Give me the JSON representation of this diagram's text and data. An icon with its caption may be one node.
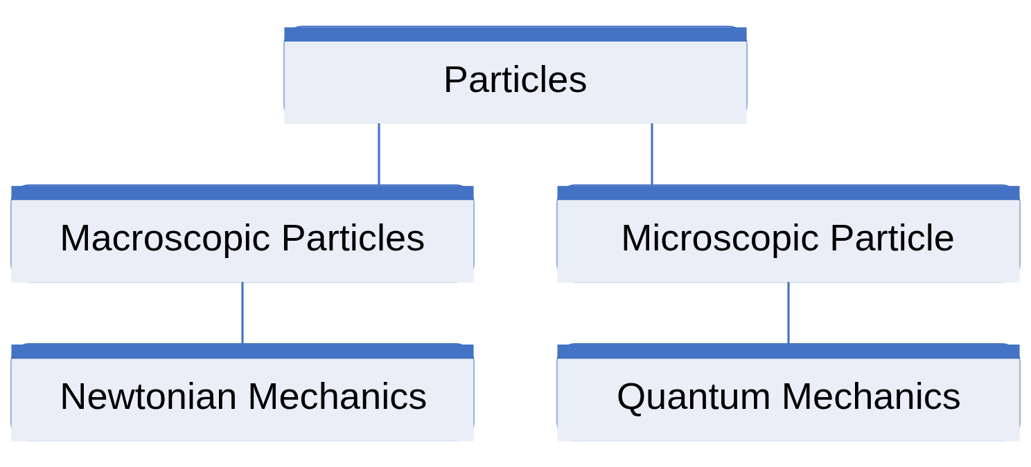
{
  "diagram": {
    "nodes": [
      {
        "text": [
          "Particles"
        ]
      },
      {
        "text": [
          "Macroscopic Particles"
        ]
      },
      {
        "text": [
          "Microscopic Particle"
        ]
      },
      {
        "text": [
          "Newtonian Mechanics"
        ]
      },
      {
        "text": [
          "Quantum Mechanics"
        ]
      }
    ],
    "edges": [
      {
        "from": 0,
        "to": 1,
        "arrow": "none"
      },
      {
        "from": 0,
        "to": 2,
        "arrow": "none"
      },
      {
        "from": 1,
        "to": 3,
        "arrow": "none"
      },
      {
        "from": 2,
        "to": 4,
        "arrow": "none"
      }
    ]
  }
}
